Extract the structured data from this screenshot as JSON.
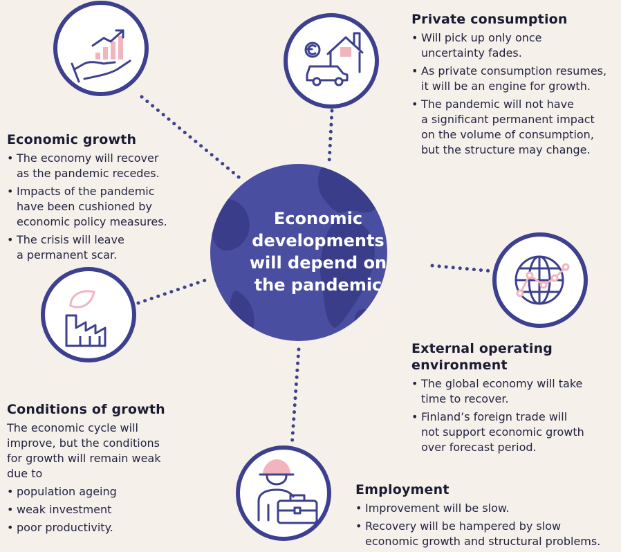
{
  "center": {
    "lines": [
      "Economic",
      "developments",
      "will depend on",
      "the pandemic"
    ]
  },
  "sections": {
    "economic_growth": {
      "title": "Economic growth",
      "bullets": [
        [
          "The economy will recover",
          "as the pandemic recedes."
        ],
        [
          "Impacts of the pandemic",
          "have been cushioned by",
          "economic policy measures."
        ],
        [
          "The crisis will leave",
          "a permanent scar."
        ]
      ]
    },
    "private_consumption": {
      "title": "Private consumption",
      "bullets": [
        [
          "Will pick up only once",
          "uncertainty fades."
        ],
        [
          "As private consumption resumes,",
          "it will be an engine for growth."
        ],
        [
          "The pandemic will not have",
          "a significant permanent impact",
          "on the volume of consumption,",
          "but the structure may change."
        ]
      ]
    },
    "external": {
      "title_lines": [
        "External operating",
        "environment"
      ],
      "bullets": [
        [
          "The global economy will take",
          "time to recover."
        ],
        [
          "Finland’s foreign trade will",
          "not support economic growth",
          "over forecast period."
        ]
      ]
    },
    "conditions": {
      "title": "Conditions of growth",
      "intro_lines": [
        "The economic cycle will",
        "improve, but the conditions",
        "for growth will remain weak",
        "due to"
      ],
      "bullets": [
        [
          "population ageing"
        ],
        [
          "weak investment"
        ],
        [
          "poor productivity."
        ]
      ]
    },
    "employment": {
      "title": "Employment",
      "bullets": [
        [
          "Improvement will be slow."
        ],
        [
          "Recovery will be hampered by slow",
          "economic growth and structural problems."
        ]
      ]
    }
  },
  "icons": {
    "growth": "hand-growth-chart-icon",
    "consumption": "house-car-euro-icon",
    "external": "globe-trend-icon",
    "conditions": "factory-leaf-icon",
    "employment": "worker-briefcase-icon"
  },
  "colors": {
    "background": "#f6f0ea",
    "navy": "#3d3f8f",
    "globe": "#4a4ea0",
    "land": "#3a3d89",
    "pink": "#f2b4bd",
    "text": "#232341"
  }
}
